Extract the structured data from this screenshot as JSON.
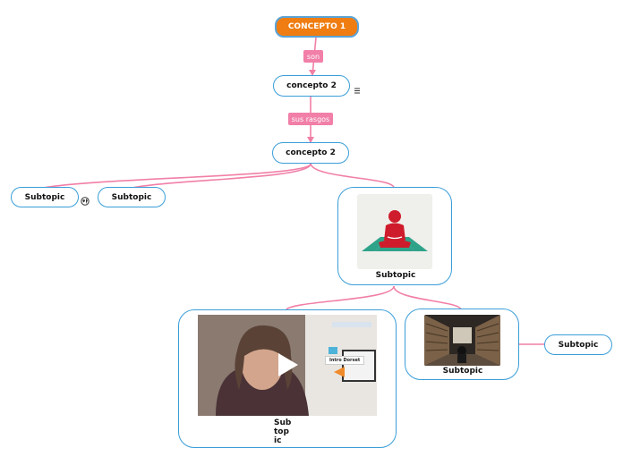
{
  "root": {
    "label": "CONCEPTO 1",
    "color": "#ef7d12"
  },
  "link_labels": {
    "son": "son",
    "rasgos": "sus rasgos"
  },
  "nodes": {
    "concepto_a": "concepto 2",
    "concepto_b": "concepto 2",
    "subtopic_left1": "Subtopic",
    "subtopic_left2": "Subtopic",
    "subtopic_image": "Subtopic",
    "subtopic_video": "Sub\ntop\nic",
    "subtopic_library": "Subtopic",
    "subtopic_right": "Subtopic"
  },
  "video": {
    "badge": "Intro Dorset"
  },
  "icons": {
    "notes": "notes-icon",
    "globe": "globe-icon",
    "meditation": "meditation-icon",
    "play": "play-icon"
  },
  "colors": {
    "border": "#3a9ed8",
    "connector": "#f17fa7",
    "label_bg": "#f17fa7"
  }
}
